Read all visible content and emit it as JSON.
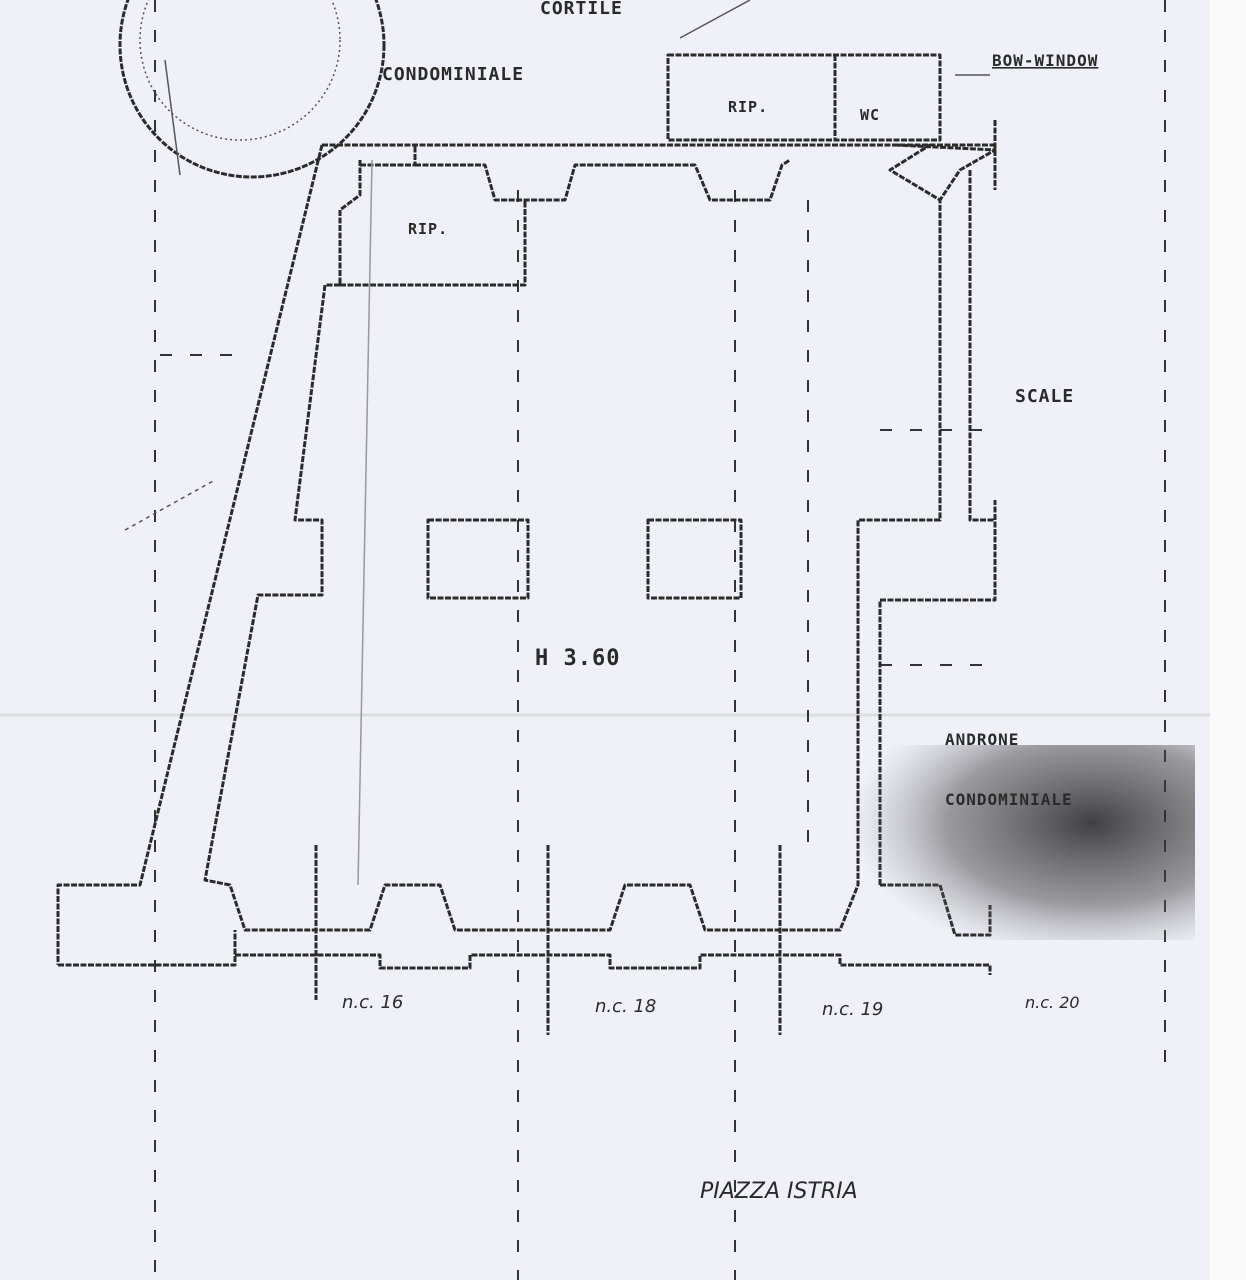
{
  "labels": {
    "cortile": "CORTILE",
    "condominiale_top": "CONDOMINIALE",
    "bow_window": "BOW-WINDOW",
    "rip_top": "RIP.",
    "wc": "WC",
    "rip_inner": "RIP.",
    "scale": "SCALE",
    "height": "H 3.60",
    "androne": "ANDRONE",
    "condominiale_bottom": "CONDOMINIALE",
    "nc16": "n.c. 16",
    "nc18": "n.c. 18",
    "nc19": "n.c. 19",
    "nc20": "n.c. 20",
    "piazza": "PIAZZA ISTRIA"
  }
}
